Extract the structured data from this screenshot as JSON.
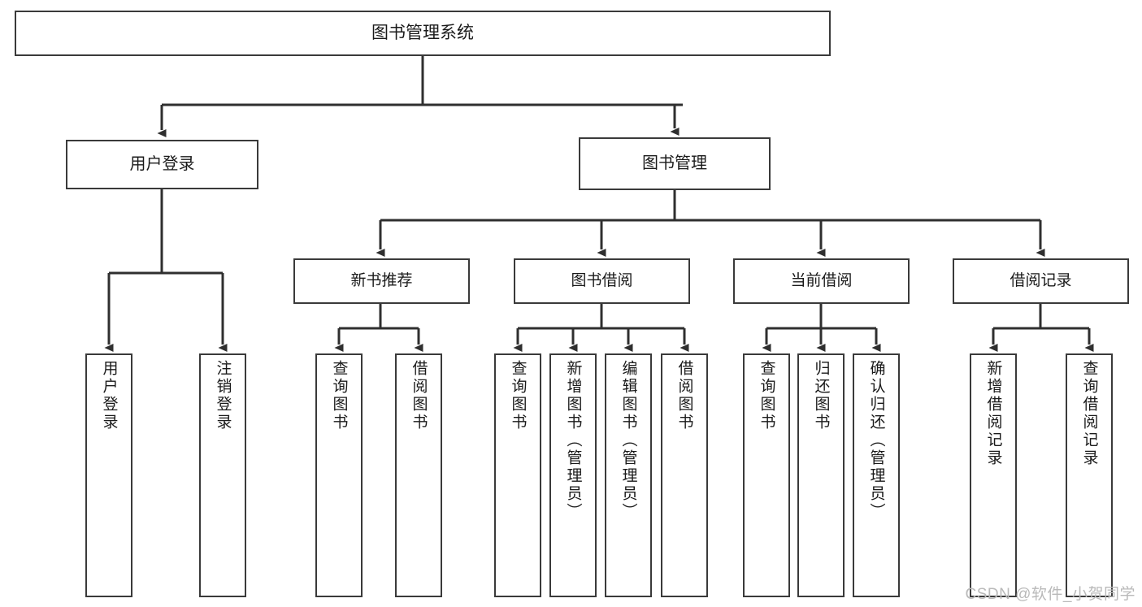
{
  "diagram": {
    "title": "图书管理系统",
    "type": "tree-hierarchy-diagram",
    "root": {
      "id": "root",
      "label": "图书管理系统"
    },
    "level1": [
      {
        "id": "user-login",
        "label": "用户登录"
      },
      {
        "id": "book-manage",
        "label": "图书管理"
      }
    ],
    "level2": [
      {
        "id": "new-book-rec",
        "label": "新书推荐"
      },
      {
        "id": "book-borrow",
        "label": "图书借阅"
      },
      {
        "id": "current-borrow",
        "label": "当前借阅"
      },
      {
        "id": "borrow-record",
        "label": "借阅记录"
      }
    ],
    "leaves": {
      "user_login": [
        {
          "id": "leaf-user-login",
          "label": "用户登录"
        },
        {
          "id": "leaf-logout",
          "label": "注销登录"
        }
      ],
      "new_book_rec": [
        {
          "id": "leaf-query-book-1",
          "label": "查询图书"
        },
        {
          "id": "leaf-borrow-book-1",
          "label": "借阅图书"
        }
      ],
      "book_borrow": [
        {
          "id": "leaf-query-book-2",
          "label": "查询图书"
        },
        {
          "id": "leaf-add-book",
          "label": "新增图书（管理员）"
        },
        {
          "id": "leaf-edit-book",
          "label": "编辑图书（管理员）"
        },
        {
          "id": "leaf-borrow-book-2",
          "label": "借阅图书"
        }
      ],
      "current_borrow": [
        {
          "id": "leaf-query-book-3",
          "label": "查询图书"
        },
        {
          "id": "leaf-return-book",
          "label": "归还图书"
        },
        {
          "id": "leaf-confirm-return",
          "label": "确认归还（管理员）"
        }
      ],
      "borrow_record": [
        {
          "id": "leaf-add-record",
          "label": "新增借阅记录"
        },
        {
          "id": "leaf-query-record",
          "label": "查询借阅记录"
        }
      ]
    }
  },
  "watermark": {
    "text": "CSDN @软件_小贺同学"
  },
  "colors": {
    "border": "#3a3a3a",
    "background": "#ffffff",
    "text": "#1a1a1a",
    "connector": "#2f2f2f",
    "watermark": "#b9b9b9"
  }
}
